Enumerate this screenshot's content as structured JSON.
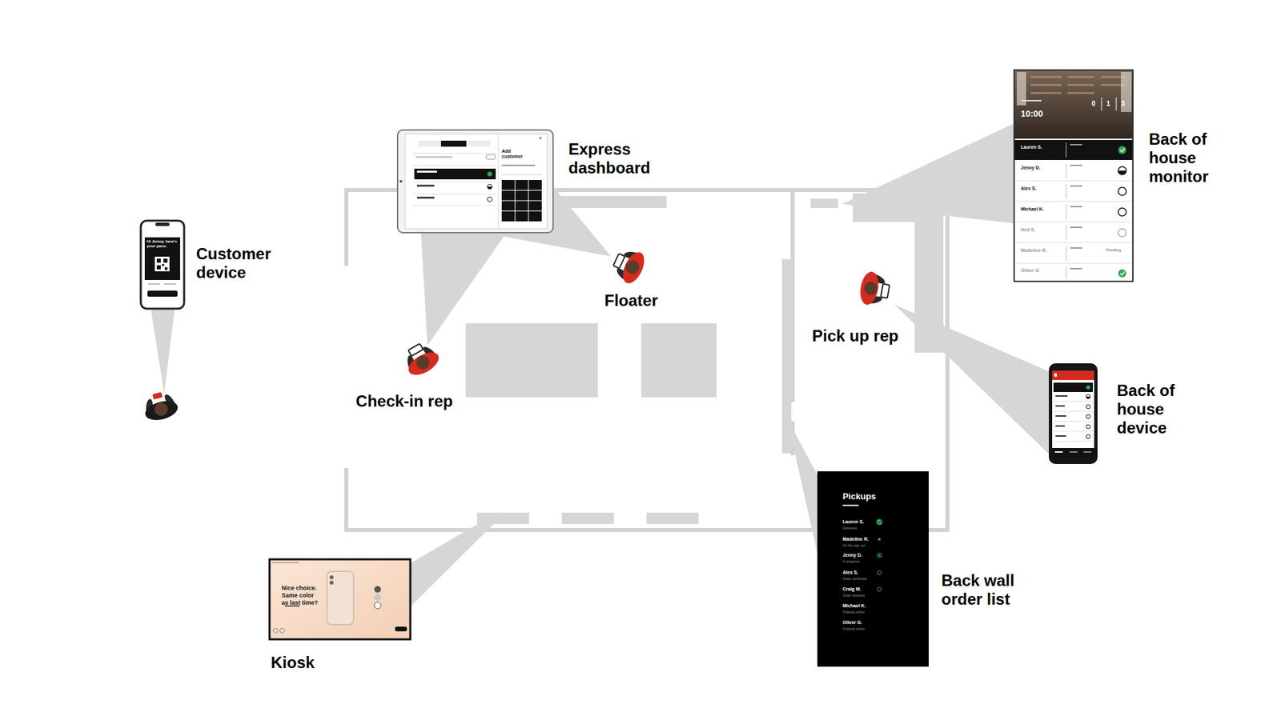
{
  "diagram": {
    "nodes": [
      {
        "text": [
          "Back of house monitor",
          "10:00",
          "0",
          "1",
          "3",
          "Lauren S.",
          "Jenny D.",
          "Alex S.",
          "Michael K.",
          "Ned S.",
          "Madeline R.",
          "Pending",
          "Oliver G."
        ]
      },
      {
        "text": [
          "Express dashboard",
          "Add customer"
        ]
      },
      {
        "text": [
          "Customer device",
          "Hi Jenny, here's your pass."
        ]
      },
      {
        "text": [
          "Floater"
        ]
      },
      {
        "text": [
          "Pick up rep"
        ]
      },
      {
        "text": [
          "Back of house device"
        ]
      },
      {
        "text": [
          "Check-in rep"
        ]
      },
      {
        "text": [
          "Back wall order list",
          "Pickups",
          "Lauren S.",
          "Delivered",
          "Madeline R.",
          "On the way out",
          "Jenny D.",
          "In progress",
          "Alex S.",
          "Order confirmed",
          "Craig M.",
          "Order received",
          "Michael K.",
          "Ordered online",
          "Oliver G.",
          "Ordered online"
        ]
      },
      {
        "text": [
          "Kiosk",
          "Nice choice. Same color as last time?"
        ]
      }
    ],
    "edges": [
      {
        "from": 6,
        "to": 1,
        "arrow": "none"
      },
      {
        "from": 3,
        "to": 1,
        "arrow": "none"
      },
      {
        "from": 4,
        "to": 5,
        "arrow": "none"
      }
    ]
  }
}
